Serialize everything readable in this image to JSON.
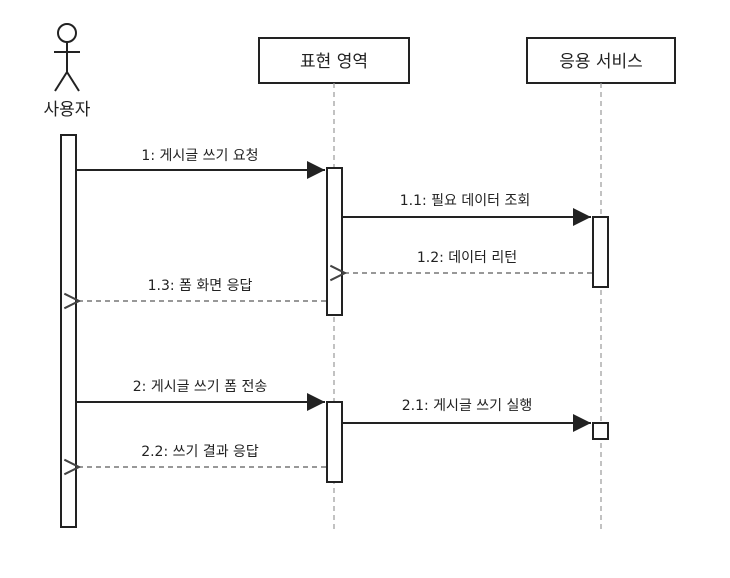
{
  "participants": {
    "user": "사용자",
    "presentation": "표현 영역",
    "service": "응용 서비스"
  },
  "messages": [
    {
      "label": "1: 게시글 쓰기 요청",
      "kind": "sync"
    },
    {
      "label": "1.1: 필요 데이터 조회",
      "kind": "sync"
    },
    {
      "label": "1.2: 데이터 리턴",
      "kind": "return"
    },
    {
      "label": "1.3: 폼 화면 응답",
      "kind": "return"
    },
    {
      "label": "2: 게시글 쓰기 폼 전송",
      "kind": "sync"
    },
    {
      "label": "2.1: 게시글 쓰기 실행",
      "kind": "sync"
    },
    {
      "label": "2.2: 쓰기 결과 응답",
      "kind": "return"
    }
  ]
}
